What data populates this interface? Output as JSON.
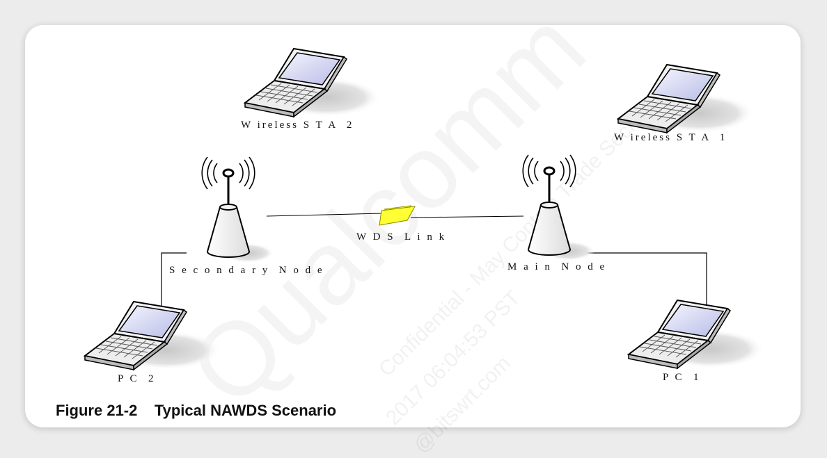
{
  "labels": {
    "sta2": "W ireless S T A  2",
    "sta1": "W ireless S T A  1",
    "secondary": "S e c o n d a r y  N o d e",
    "main": "M a i n  N o d e",
    "wds": "W D S  L i n k",
    "pc2": "P C  2",
    "pc1": "P C  1"
  },
  "caption": "Figure 21-2    Typical NAWDS Scenario",
  "watermark": {
    "brand": "Qualcomm",
    "line1": "Confidential - May Contain Trade Secrets",
    "line2": "2017 06:04:53 PST",
    "line3": "@bitswrt.com"
  },
  "colors": {
    "lightning": "#ffff33",
    "line": "#000000"
  },
  "icons": [
    "laptop-icon",
    "access-point-icon",
    "lightning-bolt-icon"
  ]
}
